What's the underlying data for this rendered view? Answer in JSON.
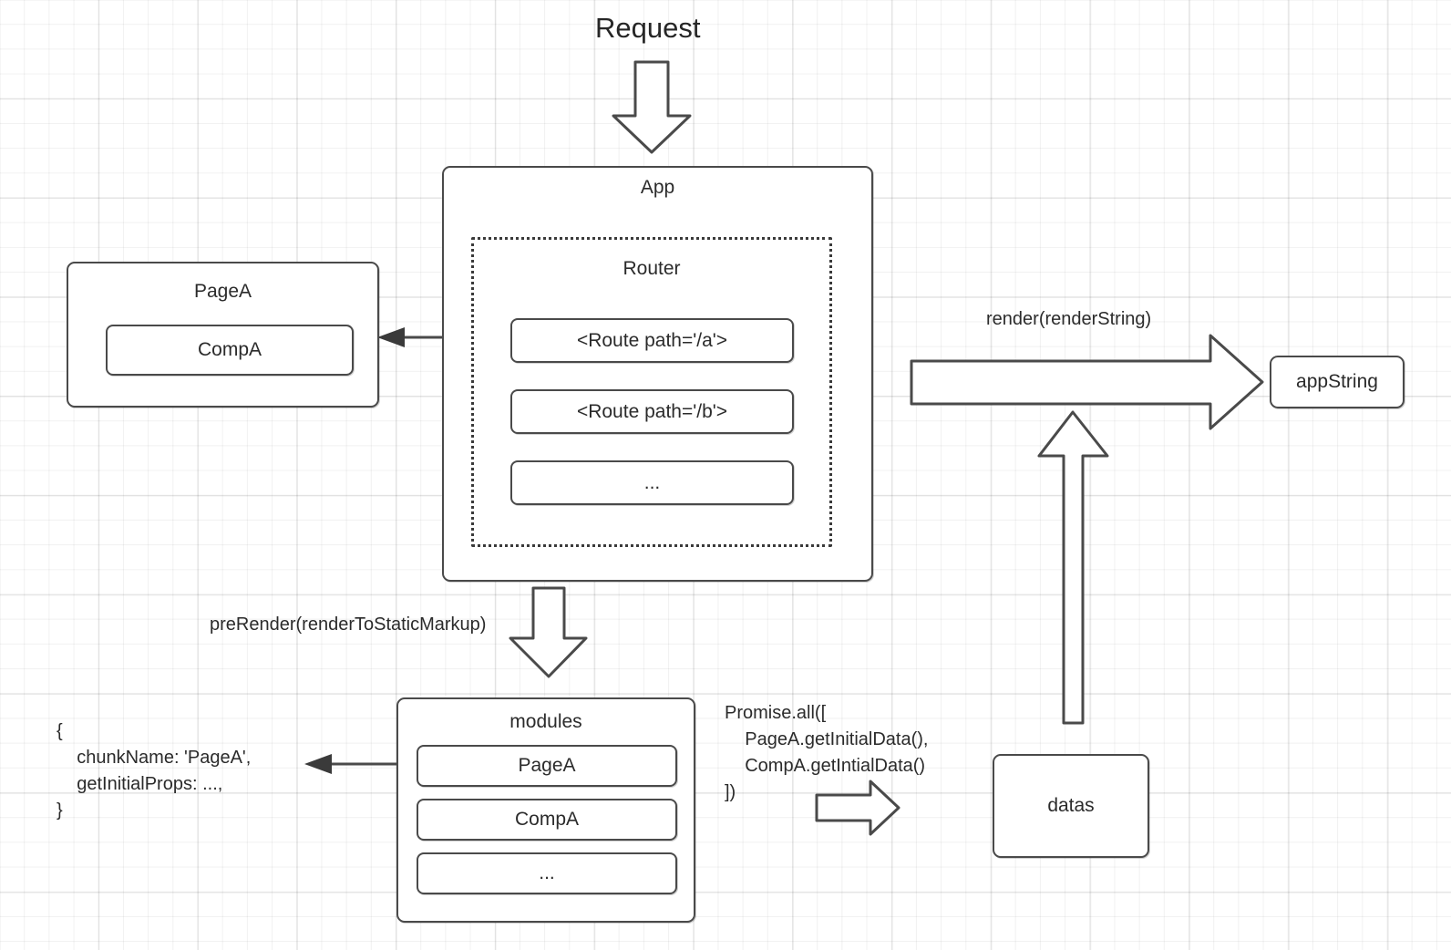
{
  "diagram": {
    "title": "Request",
    "theme": {
      "background": "#ffffff",
      "grid_line": "#ededed",
      "stroke": "#4a4a4a",
      "text": "#2b2b2b"
    }
  },
  "nodes": {
    "app": {
      "title": "App",
      "router": {
        "title": "Router",
        "routes": [
          {
            "label": "<Route path='/a'>"
          },
          {
            "label": "<Route path='/b'>"
          },
          {
            "label": "..."
          }
        ]
      }
    },
    "pagea": {
      "title": "PageA",
      "child": "CompA"
    },
    "modules": {
      "title": "modules",
      "items": [
        {
          "label": "PageA"
        },
        {
          "label": "CompA"
        },
        {
          "label": "..."
        }
      ]
    },
    "appstring": {
      "label": "appString"
    },
    "datas": {
      "label": "datas"
    }
  },
  "labels": {
    "render": "render(renderString)",
    "prerender": "preRender(renderToStaticMarkup)",
    "promise_all": "Promise.all([\n    PageA.getInitialData(),\n    CompA.getIntialData()\n])",
    "chunk_code": "{\n    chunkName: 'PageA',\n    getInitialProps: ...,\n}"
  }
}
